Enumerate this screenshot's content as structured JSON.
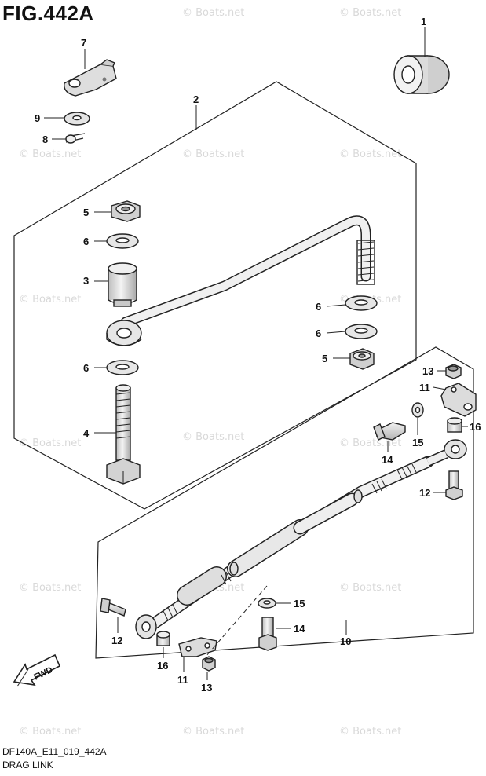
{
  "figure": {
    "title": "FIG.442A",
    "code": "DF140A_E11_019_442A",
    "name": "DRAG LINK"
  },
  "watermark": "© Boats.net",
  "fwd_label": "FWD",
  "callouts": {
    "c1": "1",
    "c2": "2",
    "c3": "3",
    "c4": "4",
    "c5a": "5",
    "c5b": "5",
    "c6a": "6",
    "c6b": "6",
    "c6c": "6",
    "c6d": "6",
    "c7": "7",
    "c8": "8",
    "c9": "9",
    "c10": "10",
    "c11a": "11",
    "c11b": "11",
    "c12a": "12",
    "c12b": "12",
    "c13a": "13",
    "c13b": "13",
    "c14a": "14",
    "c14b": "14",
    "c15a": "15",
    "c15b": "15",
    "c16a": "16",
    "c16b": "16"
  },
  "colors": {
    "line": "#222222",
    "part_fill": "#e9e9e9",
    "part_shade": "#bdbdbd",
    "watermark": "#d9d9d9"
  }
}
